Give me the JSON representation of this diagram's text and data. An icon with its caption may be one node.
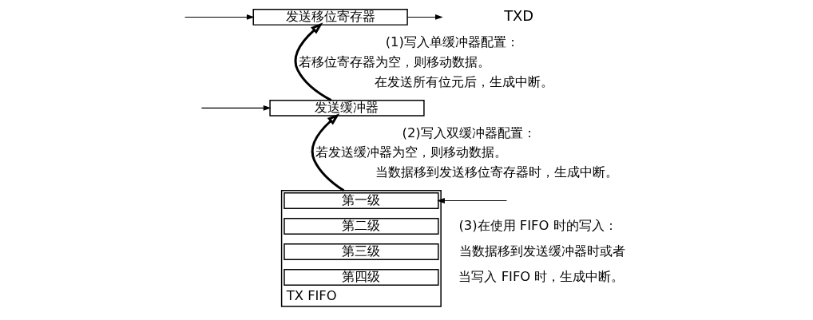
{
  "diagram": {
    "nodes": [
      {
        "text": [
          "TXD"
        ]
      },
      {
        "text": [
          "发送移位寄存器"
        ]
      },
      {
        "text": [
          "发送缓冲器"
        ]
      },
      {
        "text": [
          "TX FIFO"
        ]
      },
      {
        "text": [
          "第一级"
        ],
        "in": 3
      },
      {
        "text": [
          "第二级"
        ],
        "in": 3
      },
      {
        "text": [
          "第三级"
        ],
        "in": 3
      },
      {
        "text": [
          "第四级"
        ],
        "in": 3
      }
    ],
    "edges": [
      {
        "from": 1,
        "to": 0,
        "arrow": "to"
      },
      {
        "from": null,
        "to": 1,
        "arrow": "to"
      },
      {
        "from": 2,
        "to": 1,
        "arrow": "to",
        "style": "thick",
        "label": "若移位寄存器为空，则移动数据。"
      },
      {
        "from": null,
        "to": 2,
        "arrow": "to"
      },
      {
        "from": 3,
        "to": 2,
        "arrow": "to",
        "style": "thick",
        "label": "若发送缓冲器为空，则移动数据。"
      },
      {
        "from": null,
        "to": 4,
        "arrow": "to"
      }
    ],
    "labels": [
      "(1)写入单缓冲器配置：",
      "在发送所有位元后，生成中断。",
      "(2)写入双缓冲器配置：",
      "当数据移到发送移位寄存器时，生成中断。",
      "(3)在使用 FIFO 时的写入：",
      "当数据移到发送缓冲器时或者",
      "当写入 FIFO 时，生成中断。"
    ]
  }
}
